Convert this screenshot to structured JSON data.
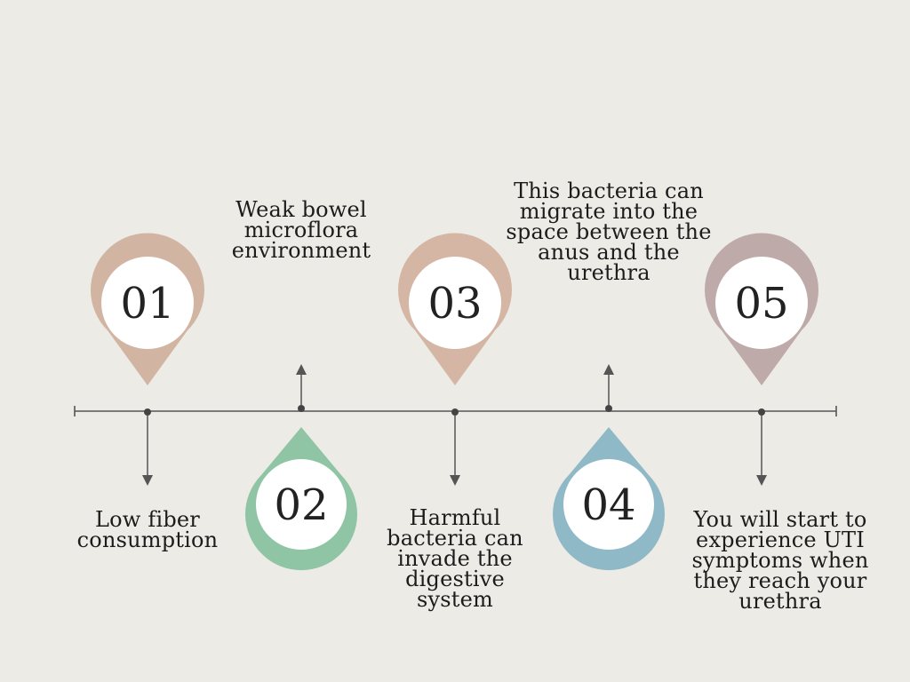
{
  "colors": {
    "background": "#edebe6",
    "timeline": "#555555",
    "pin_1": "#d2b4a3",
    "pin_2": "#8fc4a4",
    "pin_3": "#d5b6a5",
    "pin_4": "#8fb9c7",
    "pin_5": "#bfaaaa"
  },
  "steps": [
    {
      "number": "01",
      "text": "Low fiber\nconsumption",
      "pin_color": "#d2b4a3"
    },
    {
      "number": "02",
      "text": "Weak bowel\nmicroflora\nenvironment",
      "pin_color": "#8fc4a4"
    },
    {
      "number": "03",
      "text": "Harmful\nbacteria can\ninvade the\ndigestive\nsystem",
      "pin_color": "#d5b6a5"
    },
    {
      "number": "04",
      "text": "This bacteria can\nmigrate into the\nspace between the\nanus and the\nurethra",
      "pin_color": "#8fb9c7"
    },
    {
      "number": "05",
      "text": "You will start to\nexperience UTI\nsymptoms when\nthey reach your\nurethra",
      "pin_color": "#bfaaaa"
    }
  ]
}
